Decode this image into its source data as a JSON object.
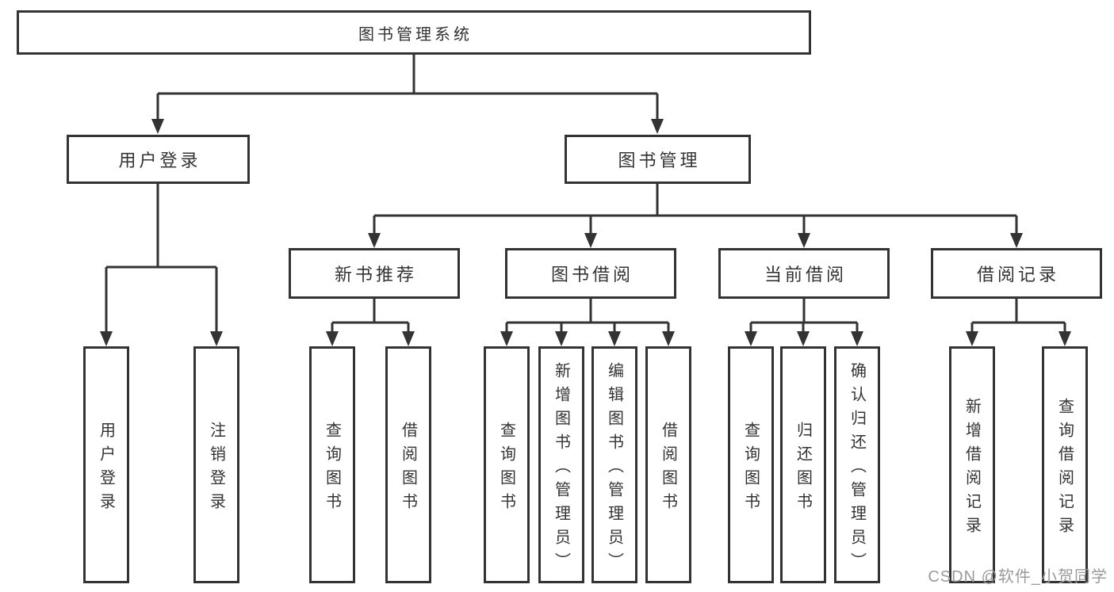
{
  "diagram": {
    "title": "图书管理系统",
    "branches": [
      {
        "label": "用户登录",
        "children": [
          {
            "label": "用户登录"
          },
          {
            "label": "注销登录"
          }
        ]
      },
      {
        "label": "图书管理",
        "children": [
          {
            "label": "新书推荐",
            "children": [
              {
                "label": "查询图书"
              },
              {
                "label": "借阅图书"
              }
            ]
          },
          {
            "label": "图书借阅",
            "children": [
              {
                "label": "查询图书"
              },
              {
                "label": "新增图书（管理员）"
              },
              {
                "label": "编辑图书（管理员）"
              },
              {
                "label": "借阅图书"
              }
            ]
          },
          {
            "label": "当前借阅",
            "children": [
              {
                "label": "查询图书"
              },
              {
                "label": "归还图书"
              },
              {
                "label": "确认归还（管理员）"
              }
            ]
          },
          {
            "label": "借阅记录",
            "children": [
              {
                "label": "新增借阅记录"
              },
              {
                "label": "查询借阅记录"
              }
            ]
          }
        ]
      }
    ]
  },
  "watermark": {
    "text": "CSDN @软件_小贺同学"
  },
  "colors": {
    "line": "#333333",
    "box_border": "#333333",
    "box_background": "#ffffff",
    "text": "#333333",
    "watermark": "#9b9b9b",
    "page_background": "#ffffff"
  }
}
